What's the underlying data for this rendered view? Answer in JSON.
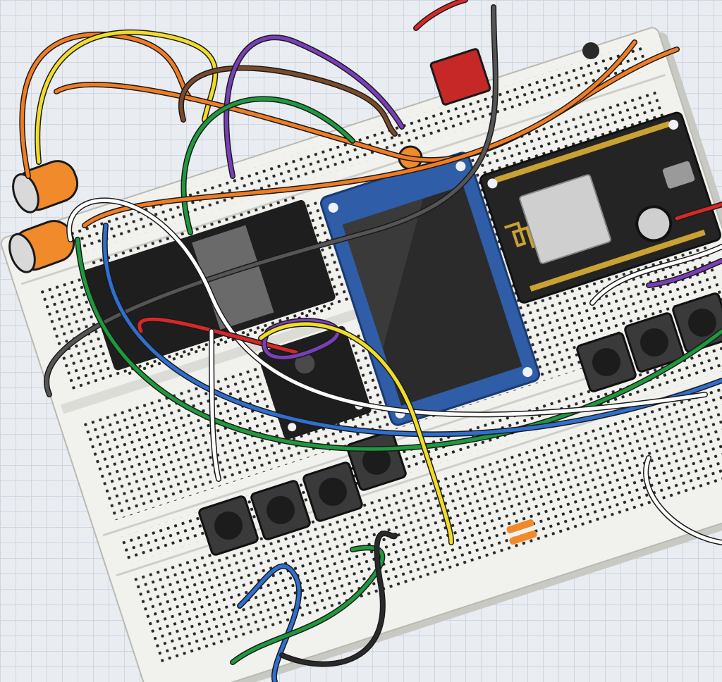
{
  "scene": {
    "subject": "breadboard-circuit",
    "colors": {
      "background": "#e9edf2",
      "grid_line": "#cfd6df",
      "breadboard": "#f1f1ee",
      "breadboard_shadow": "#c9c9c4",
      "hole": "#2a2a2a",
      "chip": "#1e1e1e",
      "display_board": "#2f5da8",
      "display_screen": "#2b2b2b",
      "module_board": "#242424",
      "capacitor": "#f08a2b",
      "button_base": "#3a3a3a",
      "button_cap": "#1c1c1c",
      "relay": "#c62828"
    },
    "wires": [
      {
        "name": "wire-orange",
        "color": "#f07d24"
      },
      {
        "name": "wire-yellow",
        "color": "#f2dc2a"
      },
      {
        "name": "wire-green",
        "color": "#1e9a3d"
      },
      {
        "name": "wire-blue",
        "color": "#2f6fd0"
      },
      {
        "name": "wire-purple",
        "color": "#7a3fb8"
      },
      {
        "name": "wire-brown",
        "color": "#7a4b2a"
      },
      {
        "name": "wire-red",
        "color": "#d62828"
      },
      {
        "name": "wire-black",
        "color": "#2a2a2a"
      },
      {
        "name": "wire-white",
        "color": "#ffffff"
      },
      {
        "name": "wire-gray",
        "color": "#555555"
      }
    ],
    "icons": [
      "breadboard-icon",
      "tft-display-icon",
      "esp-module-icon",
      "push-button-icon",
      "capacitor-icon"
    ]
  }
}
